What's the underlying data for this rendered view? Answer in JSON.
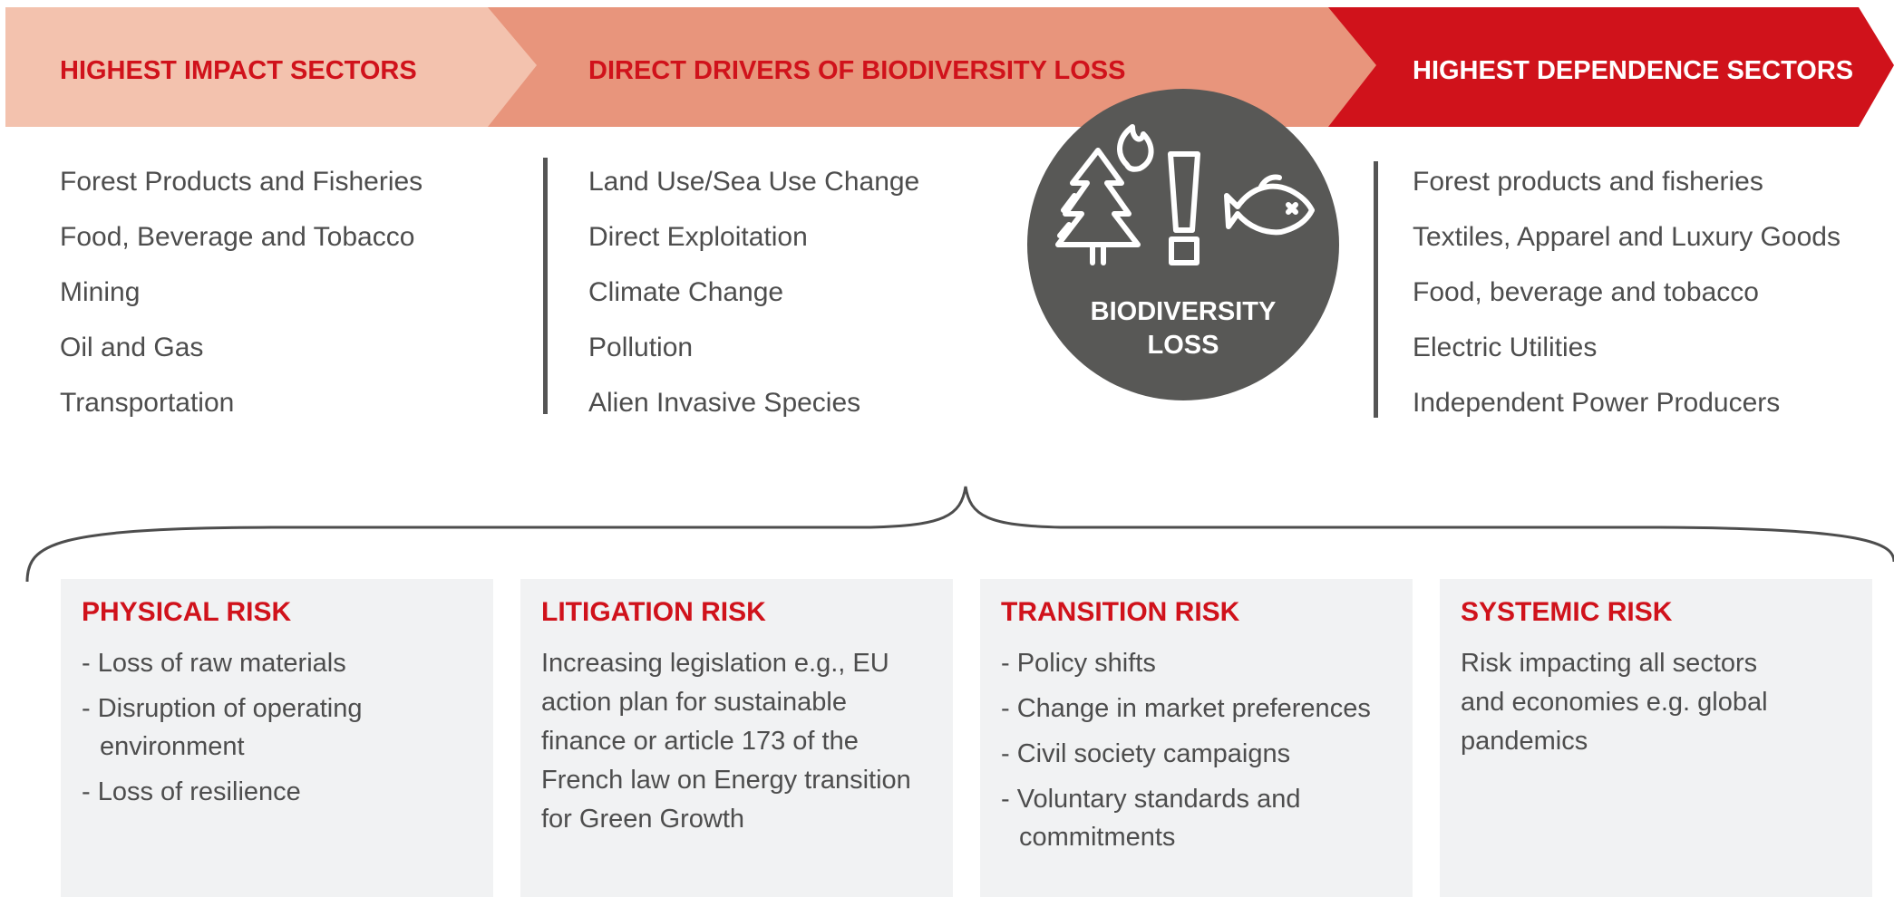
{
  "banner": {
    "impact_title": "HIGHEST IMPACT SECTORS",
    "drivers_title": "DIRECT DRIVERS OF BIODIVERSITY LOSS",
    "dependence_title": "HIGHEST DEPENDENCE SECTORS",
    "colors": {
      "impact_bg": "#f3c2ae",
      "drivers_bg": "#e8957c",
      "dependence_bg": "#d0121b",
      "title_red": "#d0121b"
    }
  },
  "impact_sectors": [
    "Forest Products and Fisheries",
    "Food, Beverage and Tobacco",
    "Mining",
    "Oil and Gas",
    "Transportation"
  ],
  "direct_drivers": [
    "Land Use/Sea Use Change",
    "Direct Exploitation",
    "Climate Change",
    "Pollution",
    "Alien Invasive Species"
  ],
  "dependence_sectors": [
    "Forest products and fisheries",
    "Textiles, Apparel and Luxury Goods",
    "Food, beverage and tobacco",
    "Electric Utilities",
    "Independent Power Producers"
  ],
  "center": {
    "label_line1": "BIODIVERSITY",
    "label_line2": "LOSS",
    "icons": [
      "tree-icon",
      "fire-icon",
      "exclamation-icon",
      "fish-icon"
    ],
    "color": "#585856"
  },
  "risks": [
    {
      "title": "PHYSICAL RISK",
      "bullets": [
        "Loss of raw materials",
        "Disruption of operating environment",
        "Loss of resilience"
      ]
    },
    {
      "title": "LITIGATION RISK",
      "text": "Increasing legislation e.g., EU action plan for sustainable finance or article 173 of the French law on Energy transition for Green Growth"
    },
    {
      "title": "TRANSITION RISK",
      "bullets": [
        "Policy shifts",
        "Change in market preferences",
        "Civil society campaigns",
        "Voluntary standards and commitments"
      ]
    },
    {
      "title": "SYSTEMIC RISK",
      "text": "Risk impacting all sectors and economies e.g. global pandemics"
    }
  ]
}
